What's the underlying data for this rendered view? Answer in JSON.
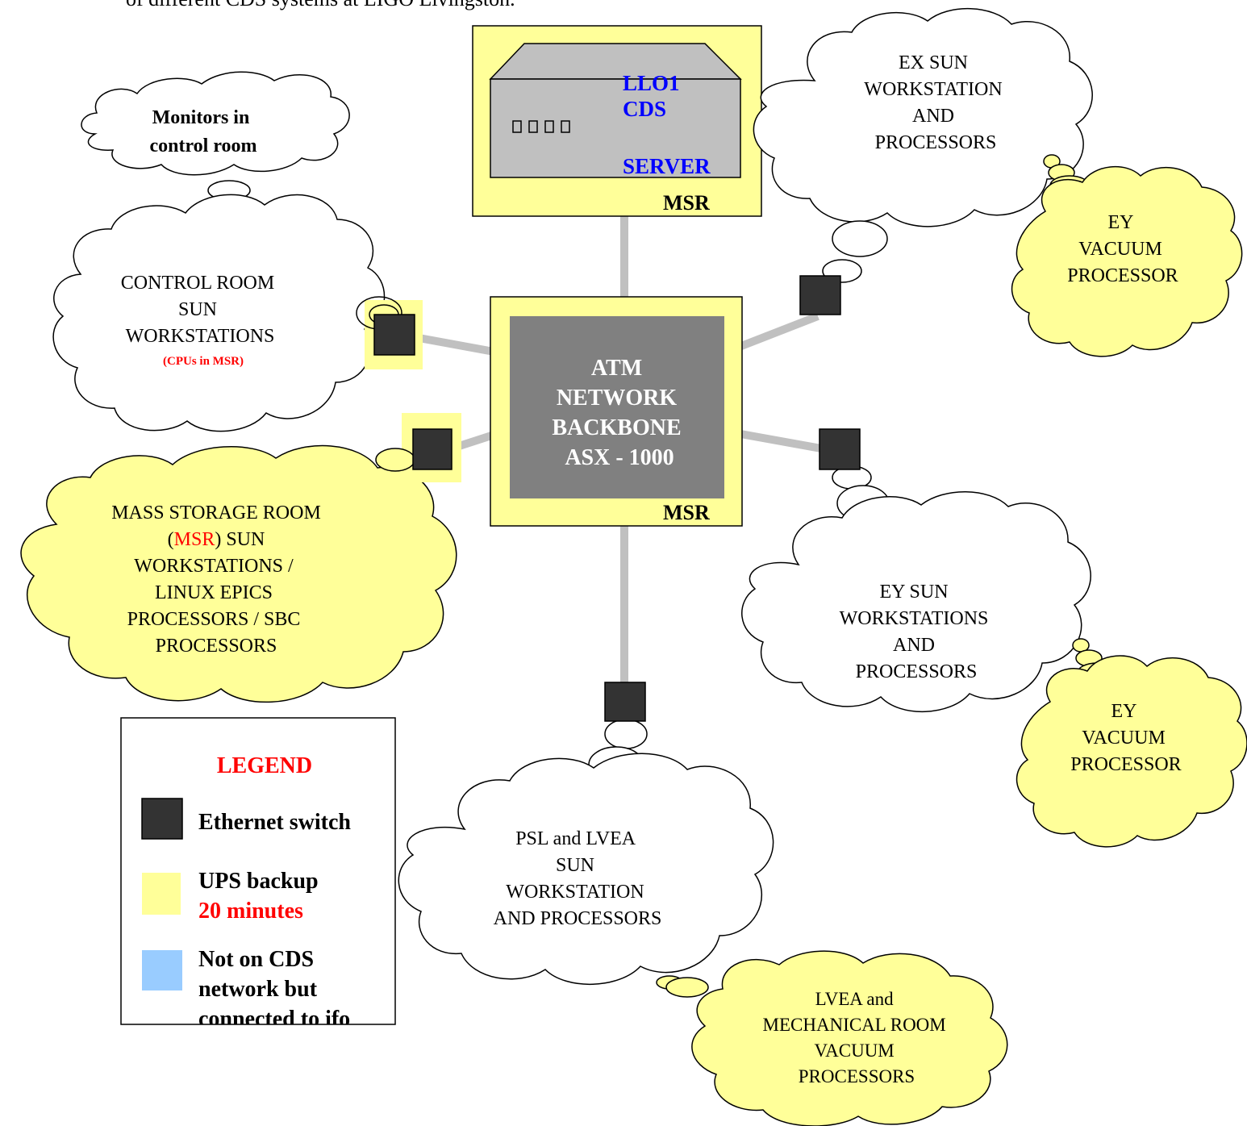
{
  "caption": "of different CDS systems at LIGO Livingston.",
  "server": {
    "label_lines": [
      "LLO1",
      "CDS",
      "SERVER"
    ],
    "room_label": "MSR"
  },
  "backbone": {
    "label_lines": [
      "ATM",
      "NETWORK",
      "BACKBONE",
      "ASX - 1000"
    ],
    "room_label": "MSR"
  },
  "clouds": {
    "monitors": [
      "Monitors in",
      "control room"
    ],
    "control_room": {
      "lines": [
        "CONTROL ROOM",
        "SUN",
        "WORKSTATIONS"
      ],
      "note": "(CPUs in MSR)"
    },
    "mass_storage": {
      "line1_pre": "MASS STORAGE ROOM",
      "line2_open": "(",
      "line2_msr": "MSR",
      "line2_rest": ") SUN",
      "lines": [
        "WORKSTATIONS /",
        "LINUX EPICS",
        "PROCESSORS / SBC",
        "PROCESSORS"
      ]
    },
    "ex": [
      "EX SUN",
      "WORKSTATION",
      "AND",
      "PROCESSORS"
    ],
    "ey_vacuum_top": [
      "EY",
      "VACUUM",
      "PROCESSOR"
    ],
    "ey": [
      "EY SUN",
      "WORKSTATIONS",
      "AND",
      "PROCESSORS"
    ],
    "ey_vacuum_bottom": [
      "EY",
      "VACUUM",
      "PROCESSOR"
    ],
    "psl": [
      "PSL and LVEA",
      "SUN",
      "WORKSTATION",
      "AND PROCESSORS"
    ],
    "lvea_vacuum": [
      "LVEA and",
      "MECHANICAL ROOM",
      "VACUUM",
      "PROCESSORS"
    ]
  },
  "legend": {
    "title": "LEGEND",
    "switch_label": "Ethernet switch",
    "ups_label": "UPS backup",
    "ups_time": "20 minutes",
    "not_cds_lines": [
      "Not on CDS",
      "network but",
      "connected to ifo"
    ]
  },
  "colors": {
    "ups_yellow": "#ffff99",
    "server_gray": "#c0c0c0",
    "backbone_gray": "#808080",
    "link_gray": "#c0c0c0",
    "switch_dark": "#333333",
    "not_cds_blue": "#99ccff",
    "server_text_blue": "#0000ff",
    "legend_red": "#ff0000"
  }
}
